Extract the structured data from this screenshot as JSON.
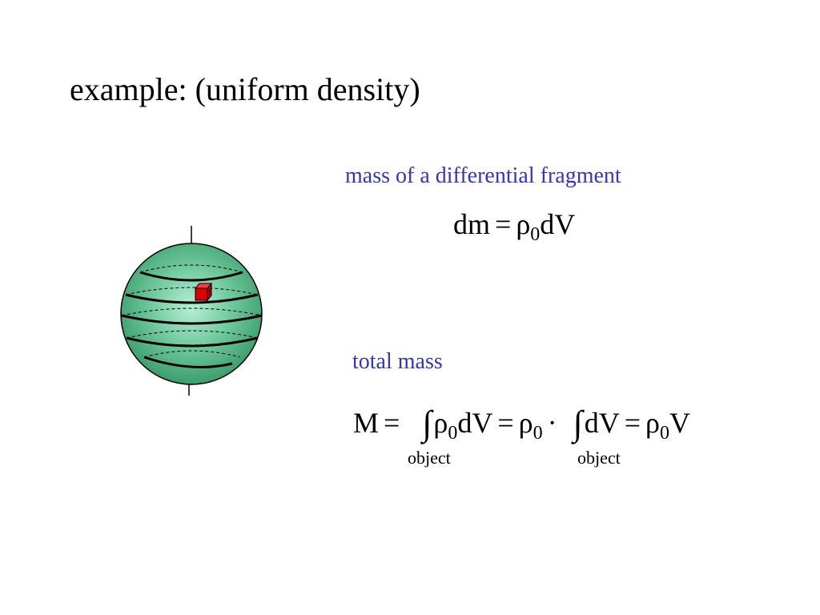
{
  "slide": {
    "title": "example: (uniform density)"
  },
  "labels": {
    "mass_differential": "mass of a differential fragment",
    "total_mass": "total mass"
  },
  "equations": {
    "dm": {
      "lhs": "dm",
      "eq": "=",
      "rho": "ρ",
      "rho_sub": "0",
      "rhs_tail": "dV"
    },
    "total": {
      "lhs": "M",
      "eq1": "=",
      "integral_symbol": "∫",
      "rho1": "ρ",
      "rho1_sub": "0",
      "dv1": "dV",
      "eq2": "=",
      "rho2": "ρ",
      "rho2_sub": "0",
      "dot": "·",
      "dv2": "dV",
      "eq3": "=",
      "rho3": "ρ",
      "rho3_sub": "0",
      "v": "V",
      "limit_1": "object",
      "limit_2": "object"
    }
  },
  "colors": {
    "blue_label": "#3333cc",
    "sphere_fill": "#3c9d6c",
    "sphere_highlight": "#a8e6c9",
    "cube_fill": "#e00000",
    "text": "#000000"
  },
  "diagram": {
    "object": "sphere",
    "element": "cube"
  }
}
